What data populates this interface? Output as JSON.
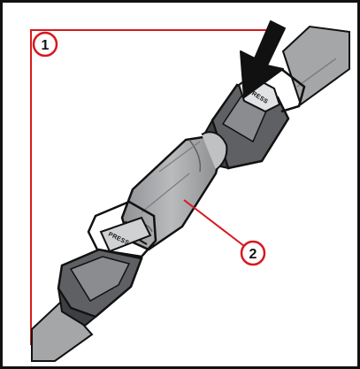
{
  "callouts": [
    {
      "label": "1",
      "target": "red-bracket"
    },
    {
      "label": "2",
      "target": "folded-belt"
    }
  ],
  "press_labels": {
    "upper": "PRESS",
    "lower": "PRESS"
  },
  "icons": {
    "arrow": "press-arrow-icon"
  },
  "colors": {
    "callout_red": "#d7191f",
    "outline": "#111111",
    "belt_gray": "#a6a8aa",
    "buckle_dark": "#5e6063",
    "buckle_mid": "#8a8c8f",
    "buckle_light": "#cfd1d3"
  }
}
